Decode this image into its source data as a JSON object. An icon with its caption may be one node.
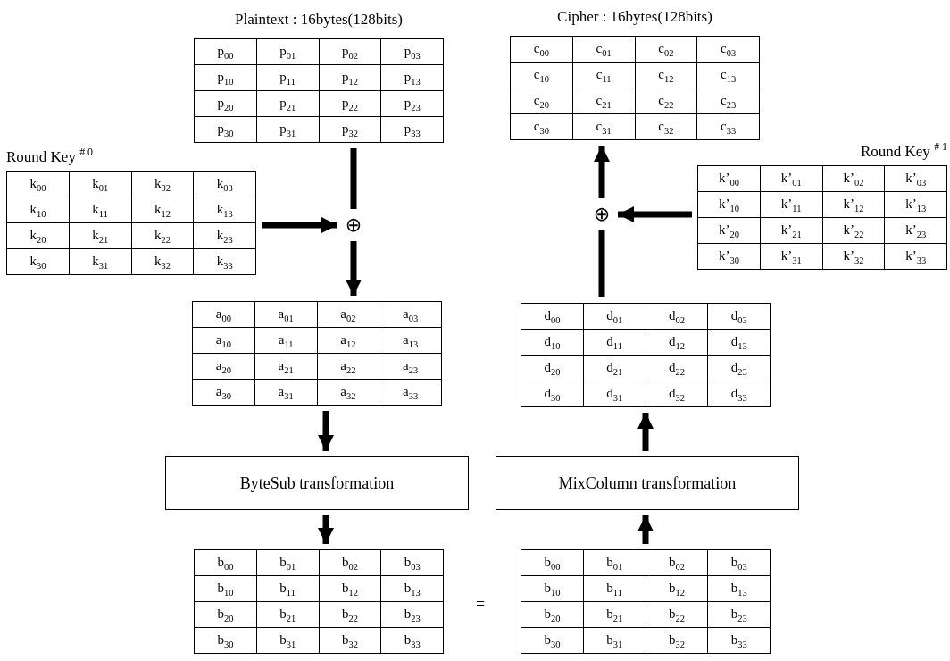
{
  "diagram": {
    "nodes": [
      {
        "text": [
          "Plaintext : 16bytes(128bits)",
          "p$_{00}$",
          "p$_{01}$",
          "p$_{02}$",
          "p$_{03}$",
          "p$_{10}$",
          "p$_{11}$",
          "p$_{12}$",
          "p$_{13}$",
          "p$_{20}$",
          "p$_{21}$",
          "p$_{22}$",
          "p$_{23}$",
          "p$_{30}$",
          "p$_{31}$",
          "p$_{32}$",
          "p$_{33}$"
        ]
      },
      {
        "text": [
          "Cipher : 16bytes(128bits)",
          "c$_{00}$",
          "c$_{01}$",
          "c$_{02}$",
          "c$_{03}$",
          "c$_{10}$",
          "c$_{11}$",
          "c$_{12}$",
          "c$_{13}$",
          "c$_{20}$",
          "c$_{21}$",
          "c$_{22}$",
          "c$_{23}$",
          "c$_{30}$",
          "c$_{31}$",
          "c$_{32}$",
          "c$_{33}$"
        ]
      },
      {
        "text": [
          "Round Key $^{# 0}$",
          "k$_{00}$",
          "k$_{01}$",
          "k$_{02}$",
          "k$_{03}$",
          "k$_{10}$",
          "k$_{11}$",
          "k$_{12}$",
          "k$_{13}$",
          "k$_{20}$",
          "k$_{21}$",
          "k$_{22}$",
          "k$_{23}$",
          "k$_{30}$",
          "k$_{31}$",
          "k$_{32}$",
          "k$_{33}$"
        ]
      },
      {
        "text": [
          "⊕"
        ]
      },
      {
        "text": [
          "⊕"
        ]
      },
      {
        "text": [
          "Round Key $^{# 1}$",
          "k’$_{00}$",
          "k’$_{01}$",
          "k’$_{02}$",
          "k’$_{03}$",
          "k’$_{10}$",
          "k’$_{11}$",
          "k’$_{12}$",
          "k’$_{13}$",
          "k’$_{20}$",
          "k’$_{21}$",
          "k’$_{22}$",
          "k’$_{23}$",
          "k’$_{30}$",
          "k’$_{31}$",
          "k’$_{32}$",
          "k’$_{33}$"
        ]
      },
      {
        "text": [
          "a$_{00}$",
          "a$_{01}$",
          "a$_{02}$",
          "a$_{03}$",
          "a$_{10}$",
          "a$_{11}$",
          "a$_{12}$",
          "a$_{13}$",
          "a$_{20}$",
          "a$_{21}$",
          "a$_{22}$",
          "a$_{23}$",
          "a$_{30}$",
          "a$_{31}$",
          "a$_{32}$",
          "a$_{33}$"
        ]
      },
      {
        "text": [
          "d$_{00}$",
          "d$_{01}$",
          "d$_{02}$",
          "d$_{03}$",
          "d$_{10}$",
          "d$_{11}$",
          "d$_{12}$",
          "d$_{13}$",
          "d$_{20}$",
          "d$_{21}$",
          "d$_{22}$",
          "d$_{23}$",
          "d$_{30}$",
          "d$_{31}$",
          "d$_{32}$",
          "d$_{33}$"
        ]
      },
      {
        "text": [
          "ByteSub transformation"
        ]
      },
      {
        "text": [
          "MixColumn transformation"
        ]
      },
      {
        "text": [
          "b$_{00}$",
          "b$_{01}$",
          "b$_{02}$",
          "b$_{03}$",
          "b$_{10}$",
          "b$_{11}$",
          "b$_{12}$",
          "b$_{13}$",
          "b$_{20}$",
          "b$_{21}$",
          "b$_{22}$",
          "b$_{23}$",
          "b$_{30}$",
          "b$_{31}$",
          "b$_{32}$",
          "b$_{33}$"
        ]
      },
      {
        "text": [
          "b$_{00}$",
          "b$_{01}$",
          "b$_{02}$",
          "b$_{03}$",
          "b$_{10}$",
          "b$_{11}$",
          "b$_{12}$",
          "b$_{13}$",
          "b$_{20}$",
          "b$_{21}$",
          "b$_{22}$",
          "b$_{23}$",
          "b$_{30}$",
          "b$_{31}$",
          "b$_{32}$",
          "b$_{33}$"
        ]
      }
    ],
    "edges": [
      {
        "from": 0,
        "to": 3,
        "arrow": "none"
      },
      {
        "from": 2,
        "to": 3,
        "arrow": "to"
      },
      {
        "from": 3,
        "to": 6,
        "arrow": "to"
      },
      {
        "from": 7,
        "to": 4,
        "arrow": "none"
      },
      {
        "from": 5,
        "to": 4,
        "arrow": "to"
      },
      {
        "from": 4,
        "to": 1,
        "arrow": "to"
      },
      {
        "from": 6,
        "to": 8,
        "arrow": "to"
      },
      {
        "from": 8,
        "to": 10,
        "arrow": "to"
      },
      {
        "from": 11,
        "to": 9,
        "arrow": "to"
      },
      {
        "from": 9,
        "to": 7,
        "arrow": "to"
      }
    ],
    "labels": [
      "="
    ]
  }
}
